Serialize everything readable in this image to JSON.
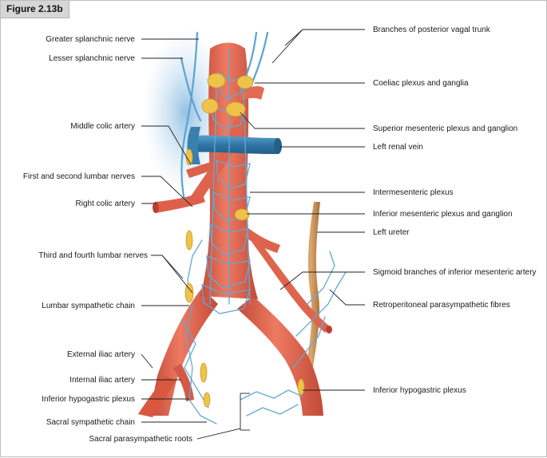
{
  "figure_label": "Figure 2.13b",
  "labels_left": [
    "Greater splanchnic nerve",
    "Lesser splanchnic nerve",
    "Middle colic artery",
    "First and second lumbar nerves",
    "Right colic artery",
    "Third and fourth lumbar nerves",
    "Lumbar sympathetic chain",
    "External iliac artery",
    "Internal iliac artery",
    "Inferior hypogastric plexus",
    "Sacral sympathetic chain",
    "Sacral parasympathetic roots"
  ],
  "labels_right": [
    "Branches of posterior vagal trunk",
    "Coeliac plexus and ganglia",
    "Superior mesenteric plexus and ganglion",
    "Left renal vein",
    "Intermesenteric plexus",
    "Inferior mesenteric plexus and ganglion",
    "Left ureter",
    "Sigmoid branches of inferior mesenteric artery",
    "Retroperitoneal parasympathetic fibres",
    "Inferior hypogastric plexus"
  ],
  "colors": {
    "artery": "#e0634f",
    "artery_dark": "#b8402f",
    "vein": "#3f86b3",
    "nerve": "#63a9d6",
    "ganglion": "#efc24a",
    "ureter": "#c9945a",
    "leader": "#222222"
  }
}
